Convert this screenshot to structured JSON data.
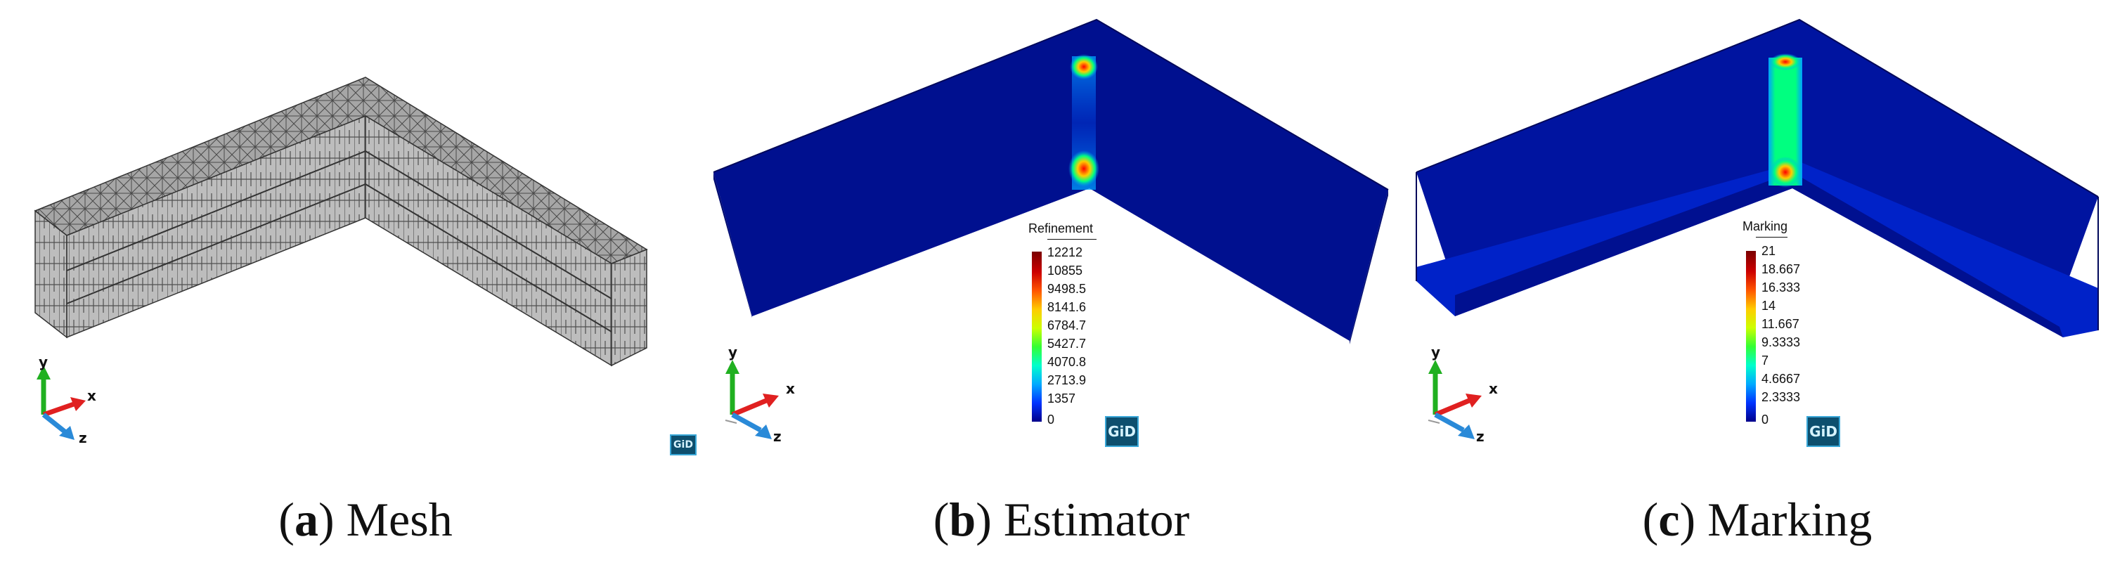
{
  "panels": [
    {
      "id": "a",
      "caption_letter": "a",
      "caption_text": "Mesh",
      "axes": {
        "y": "y",
        "x": "x",
        "z": "z"
      }
    },
    {
      "id": "b",
      "caption_letter": "b",
      "caption_text": "Estimator",
      "legend_title": "Refinement",
      "legend_ticks": [
        "12212",
        "10855",
        "9498.5",
        "8141.6",
        "6784.7",
        "5427.7",
        "4070.8",
        "2713.9",
        "1357",
        "0"
      ],
      "axes": {
        "y": "y",
        "x": "x",
        "z": "z"
      },
      "logo_small": "GiD",
      "logo": "GiD"
    },
    {
      "id": "c",
      "caption_letter": "c",
      "caption_text": "Marking",
      "legend_title": "Marking",
      "legend_ticks": [
        "21",
        "18.667",
        "16.333",
        "14",
        "11.667",
        "9.3333",
        "7",
        "4.6667",
        "2.3333",
        "0"
      ],
      "axes": {
        "y": "y",
        "x": "x",
        "z": "z"
      },
      "logo": "GiD"
    }
  ],
  "colors": {
    "mesh_fill": "#a9a9a9",
    "mesh_side": "#c4c4c4",
    "field_low": "#00109a",
    "field_mid": "#00e070",
    "field_high": "#c00000",
    "axis_x": "#e02020",
    "axis_y": "#20b020",
    "axis_z": "#2a8ad8"
  },
  "colorbar_stops": [
    "#00008b",
    "#0033ff",
    "#00aaff",
    "#00ffcc",
    "#33ff33",
    "#ccff00",
    "#ffcc00",
    "#ff5500",
    "#cc0000",
    "#7a0000"
  ]
}
